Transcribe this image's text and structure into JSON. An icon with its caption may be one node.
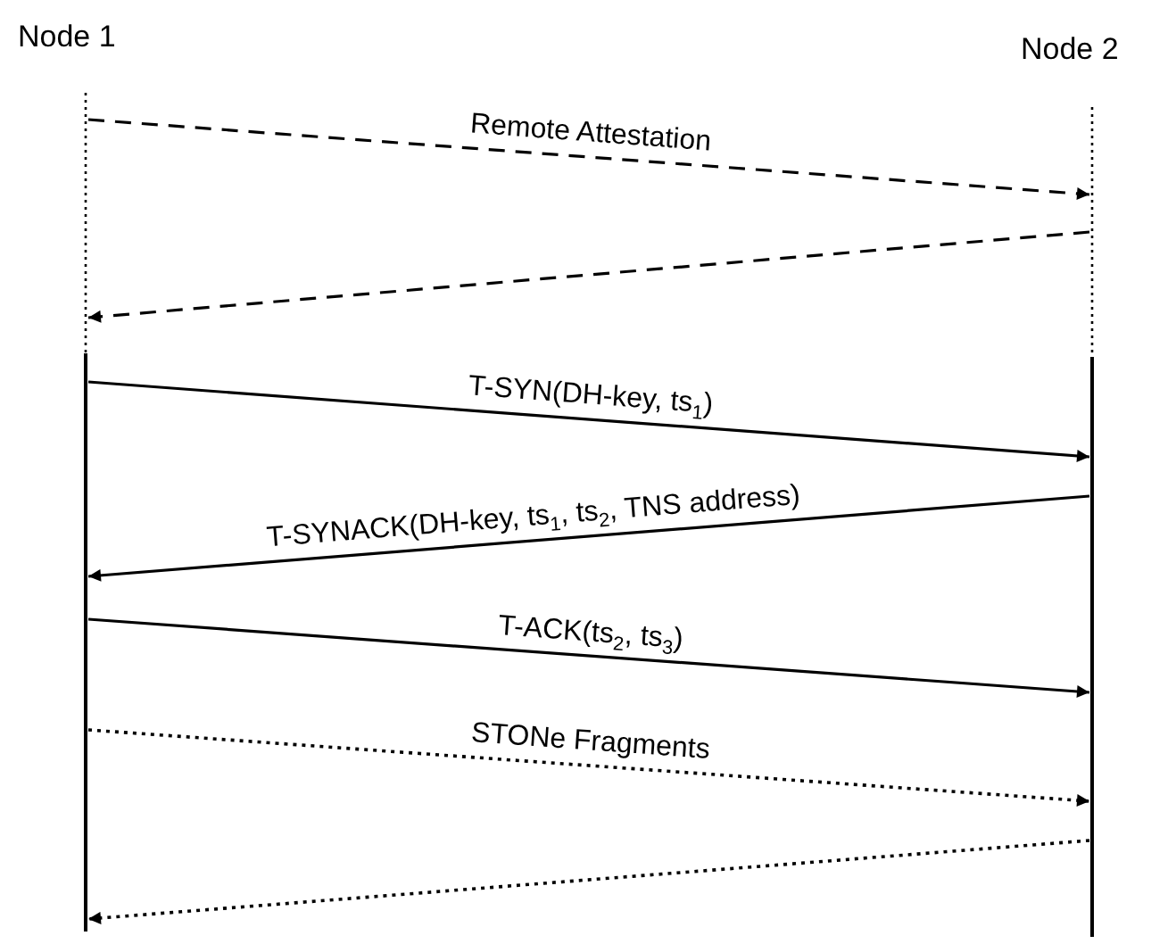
{
  "diagram": {
    "nodes": [
      {
        "text": [
          "Node 1"
        ]
      },
      {
        "text": [
          "Node 2"
        ]
      }
    ],
    "edges": [
      {
        "from": 0,
        "to": 1,
        "arrow": "to",
        "label": "Remote Attestation",
        "style": "dashed"
      },
      {
        "from": 1,
        "to": 0,
        "arrow": "to",
        "style": "dashed"
      },
      {
        "from": 0,
        "to": 1,
        "arrow": "to",
        "label": "T-SYN(DH-key, ts$_{1}$)"
      },
      {
        "from": 1,
        "to": 0,
        "arrow": "to",
        "label": "T-SYNACK(DH-key, ts$_{1}$, ts$_{2}$, TNS address)"
      },
      {
        "from": 0,
        "to": 1,
        "arrow": "to",
        "label": "T-ACK(ts$_{2}$, ts$_{3}$)"
      },
      {
        "from": 0,
        "to": 1,
        "arrow": "to",
        "label": "STONe Fragments",
        "style": "dashed"
      },
      {
        "from": 1,
        "to": 0,
        "arrow": "to",
        "style": "dashed"
      }
    ]
  }
}
